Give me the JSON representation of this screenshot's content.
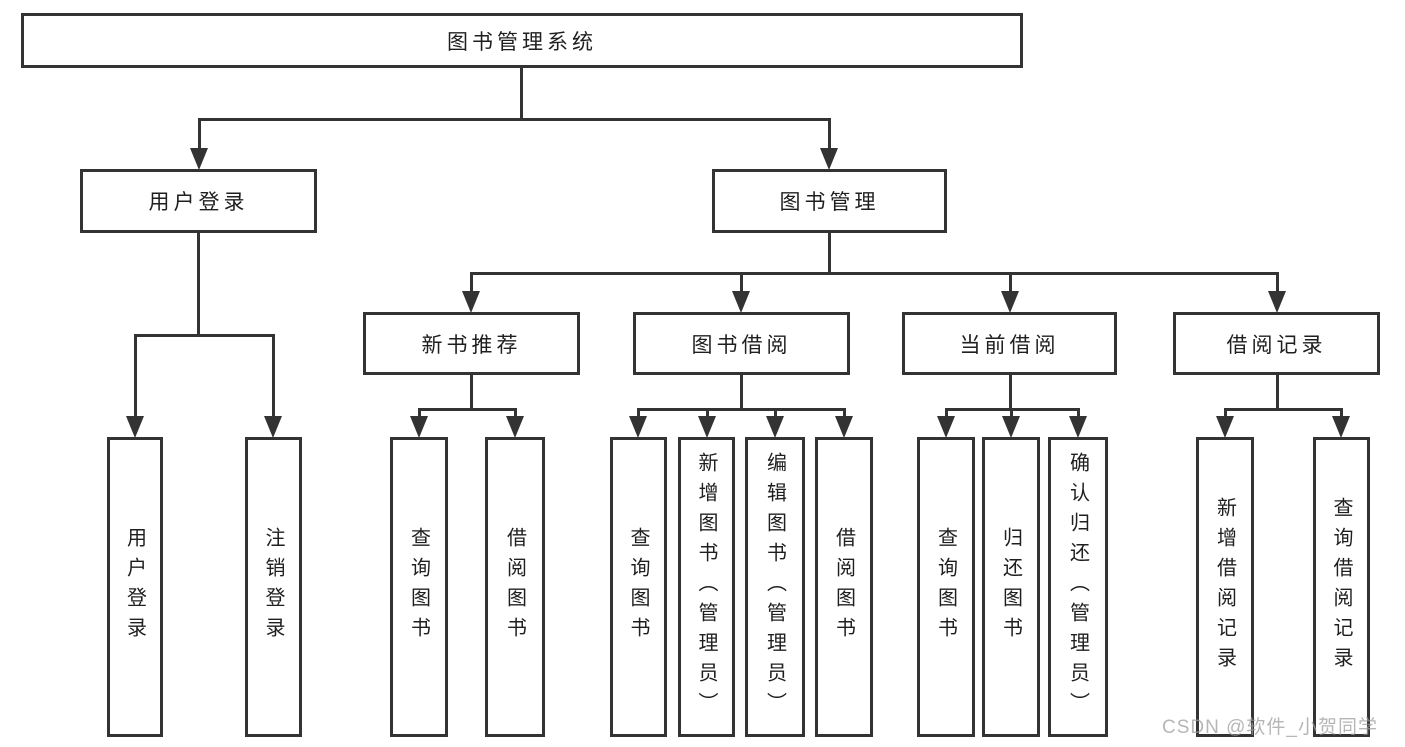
{
  "nodes": {
    "root": {
      "label": "图书管理系统"
    },
    "level2": [
      {
        "label": "用户登录"
      },
      {
        "label": "图书管理"
      }
    ],
    "level3": [
      {
        "label": "新书推荐",
        "parent": "图书管理"
      },
      {
        "label": "图书借阅",
        "parent": "图书管理"
      },
      {
        "label": "当前借阅",
        "parent": "图书管理"
      },
      {
        "label": "借阅记录",
        "parent": "图书管理"
      }
    ],
    "leaves": [
      {
        "label": "用户登录",
        "parent": "用户登录"
      },
      {
        "label": "注销登录",
        "parent": "用户登录"
      },
      {
        "label": "查询图书",
        "parent": "新书推荐"
      },
      {
        "label": "借阅图书",
        "parent": "新书推荐"
      },
      {
        "label": "查询图书",
        "parent": "图书借阅"
      },
      {
        "label": "新增图书（管理员）",
        "parent": "图书借阅"
      },
      {
        "label": "编辑图书（管理员）",
        "parent": "图书借阅"
      },
      {
        "label": "借阅图书",
        "parent": "图书借阅"
      },
      {
        "label": "查询图书",
        "parent": "当前借阅"
      },
      {
        "label": "归还图书",
        "parent": "当前借阅"
      },
      {
        "label": "确认归还（管理员）",
        "parent": "当前借阅"
      },
      {
        "label": "新增借阅记录",
        "parent": "借阅记录"
      },
      {
        "label": "查询借阅记录",
        "parent": "借阅记录"
      }
    ]
  },
  "watermark": "CSDN @软件_小贺同学",
  "colors": {
    "line": "#333333",
    "text": "#1f1f1f",
    "watermark": "#9e9e9e",
    "background": "#ffffff"
  }
}
